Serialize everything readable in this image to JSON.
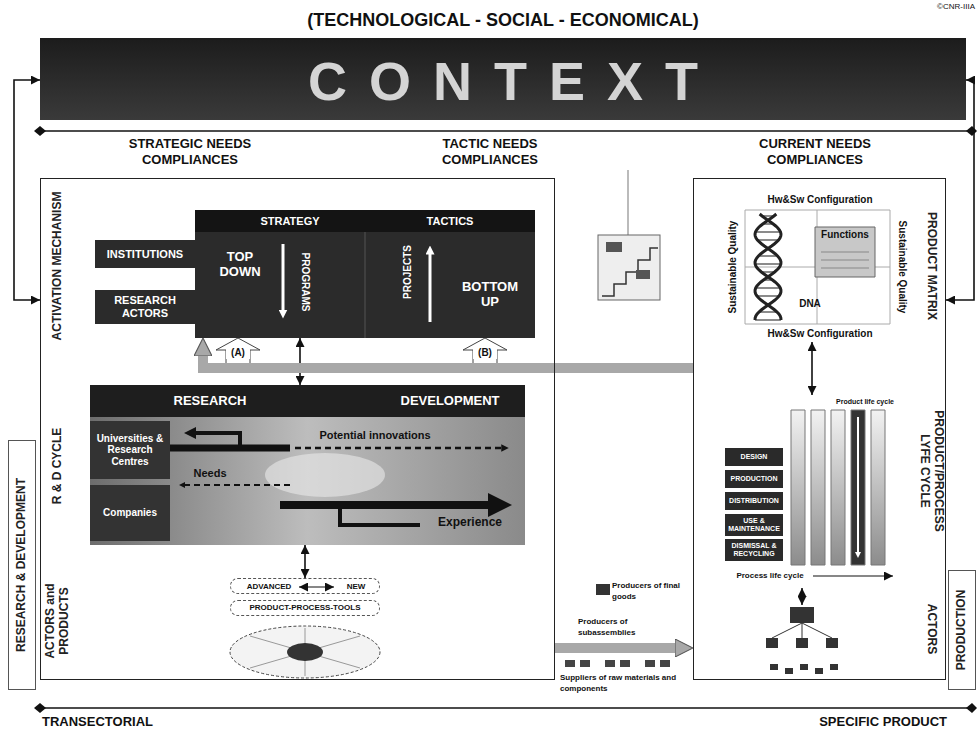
{
  "diagram": {
    "nodes": [
      {
        "text": [
          "(TECHNOLOGICAL - SOCIAL - ECONOMICAL)",
          "CONTEXT"
        ]
      },
      {
        "text": [
          "ACTIVATION MECHANISM",
          "R & D CYCLE",
          "ACTORS and PRODUCTS"
        ]
      },
      {
        "text": [
          "STRATEGY",
          "TACTICS",
          "TOP DOWN",
          "PROGRAMS",
          "PROJECTS",
          "BOTTOM UP"
        ],
        "in": 1
      },
      {
        "text": [
          "INSTITUTIONS"
        ],
        "in": 1
      },
      {
        "text": [
          "RESEARCH ACTORS"
        ],
        "in": 1
      },
      {
        "text": [
          "RESEARCH",
          "DEVELOPMENT",
          "Potential innovations",
          "Needs",
          "Experience"
        ],
        "in": 1
      },
      {
        "text": [
          "Universities & Research Centres"
        ],
        "in": 5
      },
      {
        "text": [
          "Companies"
        ],
        "in": 5
      },
      {
        "text": [
          "ADVANCED",
          "NEW"
        ],
        "in": 1
      },
      {
        "text": [
          "PRODUCT-PROCESS-TOOLS"
        ],
        "in": 1
      },
      {
        "text": [
          "PRODUCT MATRIX",
          "PRODUCT/PROCESS LYFE CYCLE",
          "ACTORS"
        ]
      },
      {
        "text": [
          "Hw&Sw Configuration",
          "Sustainable Quality",
          "Sustainable Quality",
          "Hw&Sw Configuration",
          "Functions",
          "DNA"
        ],
        "in": 10
      },
      {
        "text": [
          "Product life cycle",
          "DESIGN",
          "PRODUCTION",
          "DISTRIBUTION",
          "USE & MAINTENANCE",
          "DISMISSAL & RECYCLING",
          "Process life cycle"
        ],
        "in": 10
      },
      {
        "text": [
          "RESEARCH & DEVELOPMENT"
        ]
      },
      {
        "text": [
          "PRODUCTION"
        ]
      }
    ],
    "edges": [
      {
        "from": 0,
        "to": 1,
        "arrow": "both"
      },
      {
        "from": 0,
        "to": 10,
        "arrow": "both"
      },
      {
        "from": 2,
        "to": 5,
        "arrow": "both"
      },
      {
        "from": 5,
        "to": 8,
        "arrow": "both"
      },
      {
        "from": 11,
        "to": 12,
        "arrow": "both"
      },
      {
        "from": 10,
        "to": 2,
        "arrow": "to"
      },
      {
        "from": 1,
        "to": 10,
        "arrow": "to"
      }
    ],
    "labels": [
      "©CNR-IIIA",
      "STRATEGIC NEEDS COMPLIANCES",
      "TACTIC NEEDS COMPLIANCES",
      "CURRENT NEEDS COMPLIANCES",
      "(A)",
      "(B)",
      "Producers of final goods",
      "Producers of subassemblies",
      "Suppliers of raw materials and components",
      "TRANSECTORIAL",
      "SPECIFIC PRODUCT"
    ]
  }
}
